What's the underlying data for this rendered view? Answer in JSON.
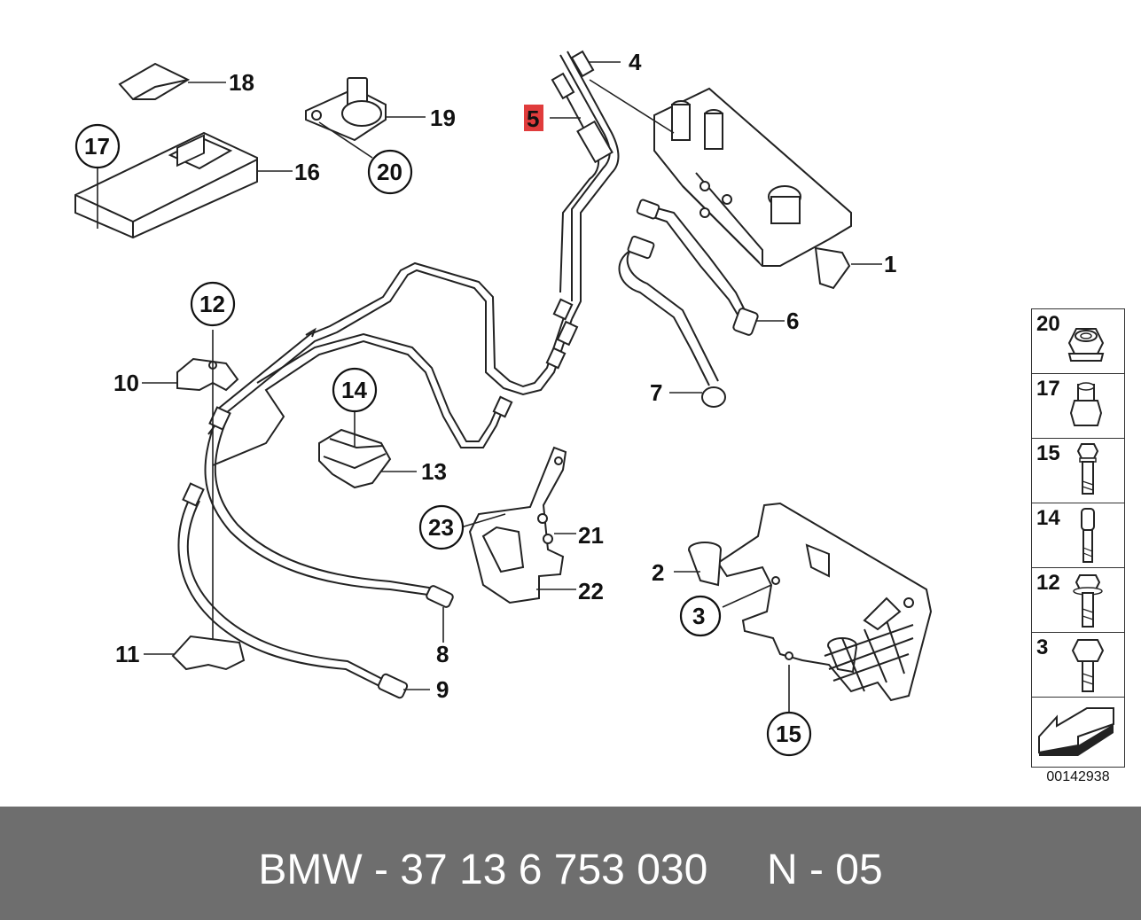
{
  "labels": {
    "l1": "1",
    "l2": "2",
    "l3": "3",
    "l4": "4",
    "l5": "5",
    "l6": "6",
    "l7": "7",
    "l8": "8",
    "l9": "9",
    "l10": "10",
    "l11": "11",
    "l12": "12",
    "l13": "13",
    "l14": "14",
    "l15": "15",
    "l16": "16",
    "l17": "17",
    "l18": "18",
    "l19": "19",
    "l20": "20",
    "l21": "21",
    "l22": "22",
    "l23": "23"
  },
  "highlight_color": "#e03c3c",
  "side_panel": [
    {
      "label": "20",
      "icon": "nut-icon"
    },
    {
      "label": "17",
      "icon": "collar-nut-icon"
    },
    {
      "label": "15",
      "icon": "bolt-icon"
    },
    {
      "label": "14",
      "icon": "stud-icon"
    },
    {
      "label": "12",
      "icon": "collar-bolt-icon"
    },
    {
      "label": "3",
      "icon": "hex-bolt-icon"
    }
  ],
  "side_panel_last_icon": "arrow-icon",
  "doc_number": "00142938",
  "footer": {
    "text": "BMW - 37 13 6 753 030     N - 05",
    "background": "#6e6e6e"
  }
}
